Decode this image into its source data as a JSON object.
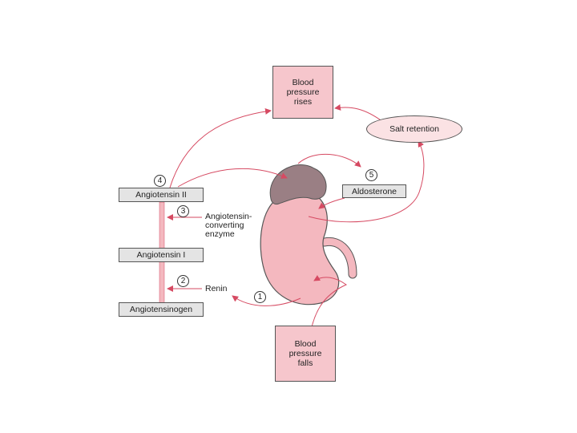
{
  "boxes": {
    "bp_rises": "Blood\npressure\nrises",
    "bp_falls": "Blood\npressure\nfalls",
    "salt_retention": "Salt retention",
    "aldosterone": "Aldosterone",
    "angiotensin_ii": "Angiotensin II",
    "angiotensin_i": "Angiotensin I",
    "angiotensinogen": "Angiotensinogen"
  },
  "enzymes": {
    "ace_line1": "Angiotensin-",
    "ace_line2": "converting",
    "ace_line3": "enzyme",
    "renin": "Renin"
  },
  "steps": [
    "1",
    "2",
    "3",
    "4",
    "5"
  ],
  "colors": {
    "arrow": "#d64a62",
    "box_pink": "#f6c6cc",
    "box_grey": "#e4e4e4",
    "kidney": "#f4b8bf",
    "adrenal": "#9a7f84"
  }
}
